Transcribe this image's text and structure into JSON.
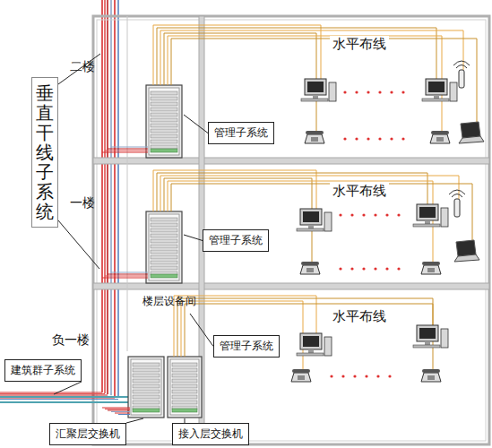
{
  "diagram": {
    "nodes": [
      {
        "text": [
          "垂直干线子系统"
        ]
      },
      {
        "text": [
          "管理子系统"
        ]
      },
      {
        "text": [
          "管理子系统"
        ]
      },
      {
        "text": [
          "管理子系统"
        ]
      },
      {
        "text": [
          "建筑群子系统"
        ]
      },
      {
        "text": [
          "汇聚层交换机"
        ]
      },
      {
        "text": [
          "接入层交换机"
        ]
      }
    ],
    "labels": [
      "二楼",
      "水平布线",
      "一楼",
      "水平布线",
      "负一楼",
      "楼层设备间",
      "水平布线"
    ]
  }
}
